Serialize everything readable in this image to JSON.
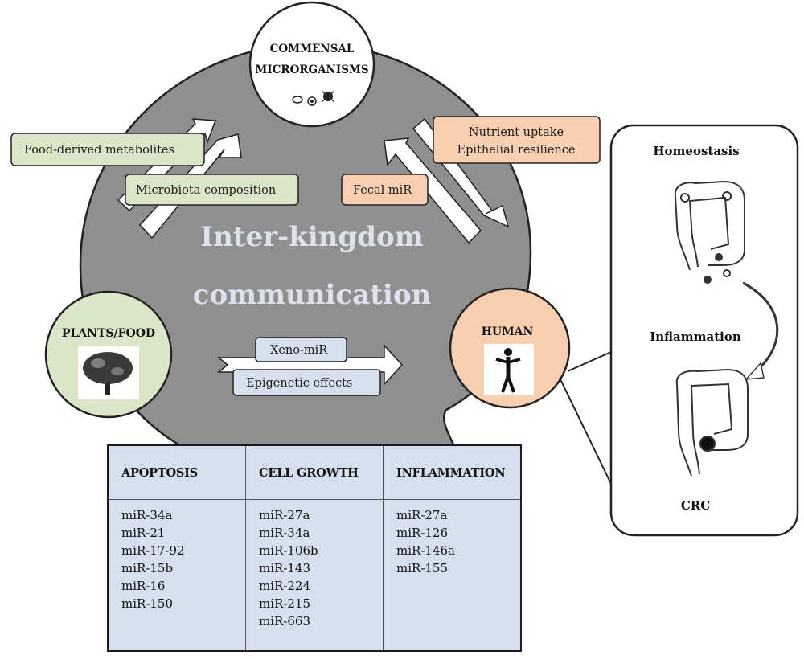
{
  "nodes": {
    "microorganisms": {
      "line1": "COMMENSAL",
      "line2": "MICRORGANISMS"
    },
    "plants": {
      "title": "PLANTS/FOOD"
    },
    "human": {
      "title": "HUMAN"
    }
  },
  "center_text": {
    "line1": "Inter-kingdom",
    "line2": "communication"
  },
  "labels": {
    "food_metabolites": "Food-derived metabolites",
    "microbiota_composition": "Microbiota composition",
    "fecal_mir": "Fecal miR",
    "nutrient_uptake": "Nutrient uptake",
    "epithelial_resilience": "Epithelial resilience",
    "xeno_mir": "Xeno-miR",
    "epigenetic_effects": "Epigenetic effects"
  },
  "callout": {
    "homeostasis": "Homeostasis",
    "inflammation": "Inflammation",
    "crc": "CRC"
  },
  "table": {
    "columns": [
      {
        "header": "APOPTOSIS",
        "items": [
          "miR-34a",
          "miR-21",
          "miR-17-92",
          "miR-15b",
          "miR-16",
          "miR-150"
        ]
      },
      {
        "header": "CELL GROWTH",
        "items": [
          "miR-27a",
          "miR-34a",
          "miR-106b",
          "miR-143",
          "miR-224",
          "miR-215",
          "miR-663"
        ]
      },
      {
        "header": "INFLAMMATION",
        "items": [
          "miR-27a",
          "miR-126",
          "miR-146a",
          "miR-155"
        ]
      }
    ]
  },
  "colors": {
    "gray_circle": "#8f8f8f",
    "green_box": "#dbe6c8",
    "orange_box": "#f8cfb1",
    "blue_box": "#d5dfee"
  }
}
